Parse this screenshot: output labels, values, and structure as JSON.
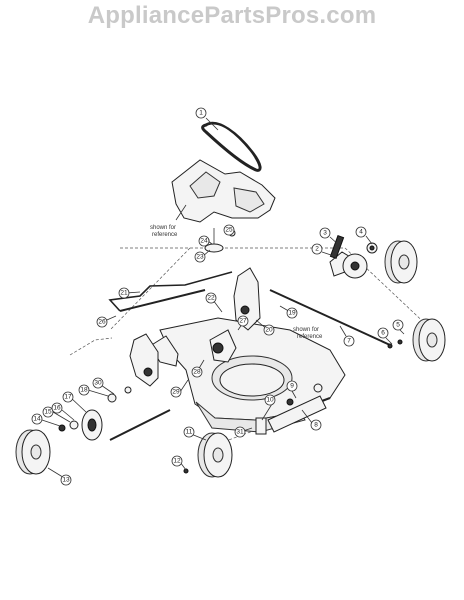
{
  "watermark": "AppliancePartsPros.com",
  "notes": {
    "shown_for_reference_1": [
      "shown for",
      "reference"
    ],
    "shown_for_reference_2": [
      "shown for",
      "reference"
    ]
  },
  "callouts": [
    "1",
    "2",
    "3",
    "4",
    "5",
    "6",
    "7",
    "8",
    "9",
    "10",
    "11",
    "12",
    "13",
    "14",
    "15",
    "16",
    "17",
    "18",
    "19",
    "20",
    "21",
    "22",
    "23",
    "24",
    "25",
    "26",
    "27",
    "28",
    "29",
    "30",
    "31"
  ]
}
